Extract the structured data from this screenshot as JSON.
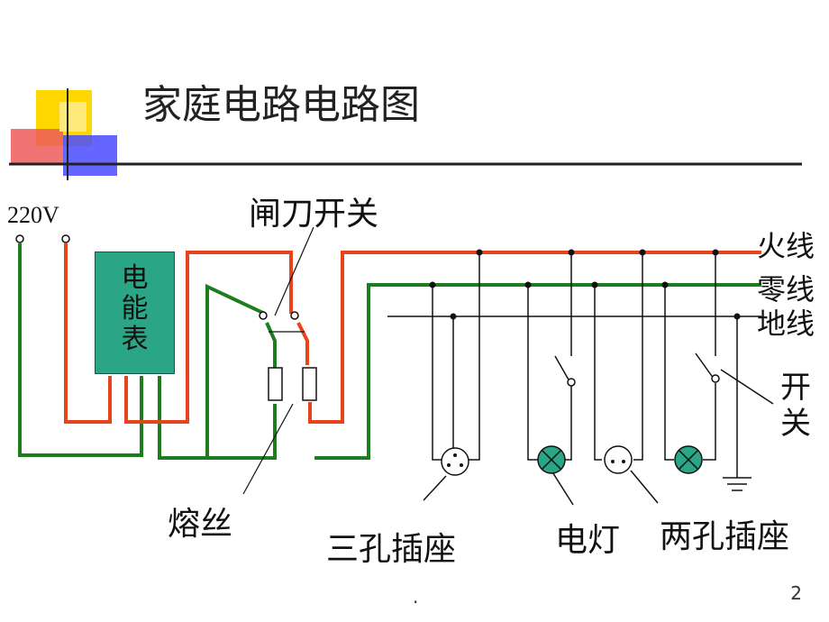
{
  "title": "家庭电路电路图",
  "labels": {
    "voltage": "220V",
    "knife_switch": "闸刀开关",
    "live_wire": "火线",
    "neutral_wire": "零线",
    "ground_wire": "地线",
    "switch": "开关",
    "fuse": "熔丝",
    "three_hole_socket": "三孔插座",
    "lamp": "电灯",
    "two_hole_socket": "两孔插座"
  },
  "meter": {
    "char1": "电",
    "char2": "能",
    "char3": "表"
  },
  "footer": {
    "dot": ".",
    "page_number": "2"
  },
  "colors": {
    "live": "#e8431c",
    "neutral": "#1e7d1e",
    "ground": "#000000",
    "meter": "#2aa585",
    "lamp": "#2aa585",
    "deco_yellow": "#ffd700",
    "deco_red": "#f05a5a",
    "deco_blue": "#4a4aff"
  }
}
